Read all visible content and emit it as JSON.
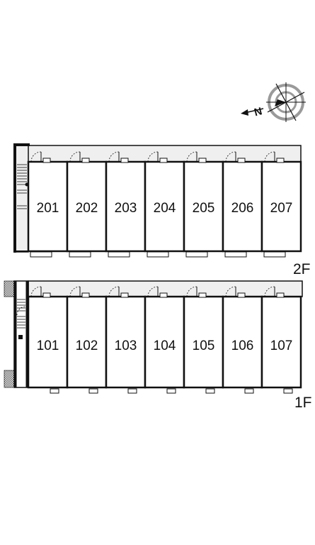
{
  "compass": {
    "north_letter": "N",
    "icon": "compass-rose-icon"
  },
  "floors": [
    {
      "id": "2F",
      "label": "2F",
      "units": [
        "201",
        "202",
        "203",
        "204",
        "205",
        "206",
        "207"
      ]
    },
    {
      "id": "1F",
      "label": "1F",
      "units": [
        "101",
        "102",
        "103",
        "104",
        "105",
        "106",
        "107"
      ]
    }
  ],
  "colors": {
    "wall": "#111111",
    "corridor": "#efefef",
    "stair_hatch": "#555555",
    "compass_ring": "#9a9a9a"
  }
}
